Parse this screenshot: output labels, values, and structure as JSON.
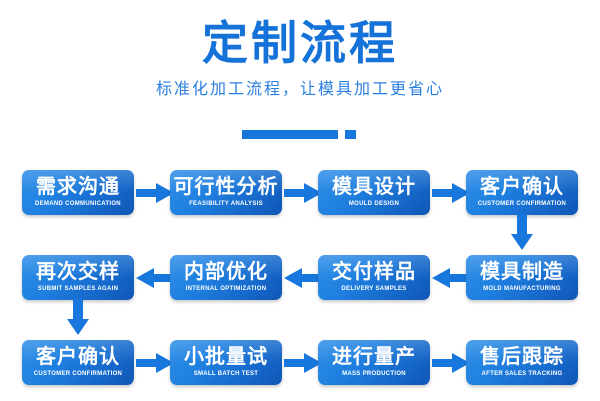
{
  "header": {
    "title": "定制流程",
    "subtitle": "标准化加工流程，让模具加工更省心",
    "accent_color": "#1472d8",
    "subtitle_color": "#2a7fe0",
    "divider_color": "#1877dd"
  },
  "flow": {
    "node_color_light": "#2f8fe8",
    "node_color_dark": "#0f56b4",
    "arrow_color": "#1877dd",
    "rows": [
      {
        "direction": "right",
        "nodes": [
          {
            "cn": "需求沟通",
            "en": "DEMAND COMMUNICATION"
          },
          {
            "cn": "可行性分析",
            "en": "FEASIBILITY ANALYSIS"
          },
          {
            "cn": "模具设计",
            "en": "MOULD DESIGN"
          },
          {
            "cn": "客户确认",
            "en": "CUSTOMER CONFIRMATION"
          }
        ]
      },
      {
        "direction": "left",
        "nodes": [
          {
            "cn": "再次交样",
            "en": "SUBMIT SAMPLES AGAIN"
          },
          {
            "cn": "内部优化",
            "en": "INTERNAL OPTIMIZATION"
          },
          {
            "cn": "交付样品",
            "en": "DELIVERY SAMPLES"
          },
          {
            "cn": "模具制造",
            "en": "MOLD MANUFACTURING"
          }
        ]
      },
      {
        "direction": "right",
        "nodes": [
          {
            "cn": "客户确认",
            "en": "CUSTOMER CONFIRMATION"
          },
          {
            "cn": "小批量试",
            "en": "SMALL BATCH TEST"
          },
          {
            "cn": "进行量产",
            "en": "MASS PRODUCTION"
          },
          {
            "cn": "售后跟踪",
            "en": "AFTER SALES TRACKING"
          }
        ]
      }
    ]
  }
}
